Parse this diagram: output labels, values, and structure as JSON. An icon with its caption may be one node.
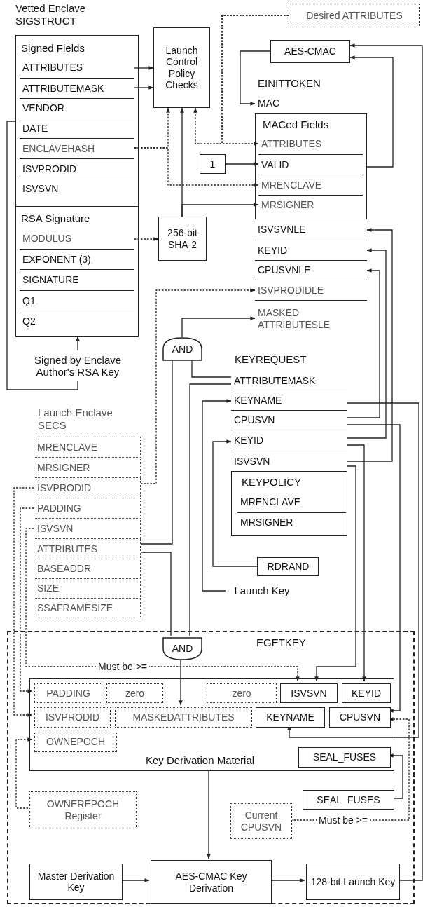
{
  "diagram": {
    "nodes": [
      {
        "text": [
          "Vetted Enclave SIGSTRUCT"
        ]
      },
      {
        "text": [
          "Signed Fields"
        ],
        "in": 0
      },
      {
        "text": [
          "ATTRIBUTES"
        ],
        "in": 1
      },
      {
        "text": [
          "ATTRIBUTEMASK"
        ],
        "in": 1
      },
      {
        "text": [
          "VENDOR"
        ],
        "in": 1
      },
      {
        "text": [
          "DATE"
        ],
        "in": 1
      },
      {
        "text": [
          "ENCLAVEHASH"
        ],
        "in": 1
      },
      {
        "text": [
          "ISVPRODID"
        ],
        "in": 1
      },
      {
        "text": [
          "ISVSVN"
        ],
        "in": 1
      },
      {
        "text": [
          "RSA Signature"
        ],
        "in": 0
      },
      {
        "text": [
          "MODULUS"
        ],
        "in": 9
      },
      {
        "text": [
          "EXPONENT (3)"
        ],
        "in": 9
      },
      {
        "text": [
          "SIGNATURE"
        ],
        "in": 9
      },
      {
        "text": [
          "Q1"
        ],
        "in": 9
      },
      {
        "text": [
          "Q2"
        ],
        "in": 9
      },
      {
        "text": [
          "Signed by Enclave Author's RSA Key"
        ]
      },
      {
        "text": [
          "Launch Control Policy Checks"
        ]
      },
      {
        "text": [
          "Desired ATTRIBUTES"
        ]
      },
      {
        "text": [
          "AES-CMAC"
        ]
      },
      {
        "text": [
          "EINITTOKEN"
        ]
      },
      {
        "text": [
          "MAC"
        ],
        "in": 19
      },
      {
        "text": [
          "MACed Fields"
        ],
        "in": 19
      },
      {
        "text": [
          "ATTRIBUTES"
        ],
        "in": 21
      },
      {
        "text": [
          "VALID"
        ],
        "in": 21
      },
      {
        "text": [
          "MRENCLAVE"
        ],
        "in": 21
      },
      {
        "text": [
          "MRSIGNER"
        ],
        "in": 21
      },
      {
        "text": [
          "1"
        ]
      },
      {
        "text": [
          "256-bit SHA-2"
        ]
      },
      {
        "text": [
          "ISVSVNLE"
        ],
        "in": 19
      },
      {
        "text": [
          "KEYID"
        ],
        "in": 19
      },
      {
        "text": [
          "CPUSVNLE"
        ],
        "in": 19
      },
      {
        "text": [
          "ISVPRODIDLE"
        ],
        "in": 19
      },
      {
        "text": [
          "MASKED ATTRIBUTESLE"
        ],
        "in": 19
      },
      {
        "text": [
          "AND"
        ]
      },
      {
        "text": [
          "KEYREQUEST"
        ]
      },
      {
        "text": [
          "ATTRIBUTEMASK"
        ],
        "in": 34
      },
      {
        "text": [
          "KEYNAME"
        ],
        "in": 34
      },
      {
        "text": [
          "CPUSVN"
        ],
        "in": 34
      },
      {
        "text": [
          "KEYID"
        ],
        "in": 34
      },
      {
        "text": [
          "ISVSVN"
        ],
        "in": 34
      },
      {
        "text": [
          "KEYPOLICY"
        ],
        "in": 34
      },
      {
        "text": [
          "MRENCLAVE"
        ],
        "in": 40
      },
      {
        "text": [
          "MRSIGNER"
        ],
        "in": 40
      },
      {
        "text": [
          "Launch Enclave SECS"
        ]
      },
      {
        "text": [
          "MRENCLAVE"
        ],
        "in": 43
      },
      {
        "text": [
          "MRSIGNER"
        ],
        "in": 43
      },
      {
        "text": [
          "ISVPRODID"
        ],
        "in": 43
      },
      {
        "text": [
          "PADDING"
        ],
        "in": 43
      },
      {
        "text": [
          "ISVSVN"
        ],
        "in": 43
      },
      {
        "text": [
          "ATTRIBUTES"
        ],
        "in": 43
      },
      {
        "text": [
          "BASEADDR"
        ],
        "in": 43
      },
      {
        "text": [
          "SIZE"
        ],
        "in": 43
      },
      {
        "text": [
          "SSAFRAMESIZE"
        ],
        "in": 43
      },
      {
        "text": [
          "RDRAND"
        ]
      },
      {
        "text": [
          "Launch Key"
        ]
      },
      {
        "text": [
          "EGETKEY"
        ]
      },
      {
        "text": [
          "AND"
        ],
        "in": 55
      },
      {
        "text": [
          "Key Derivation Material"
        ],
        "in": 55
      },
      {
        "text": [
          "PADDING"
        ],
        "in": 57
      },
      {
        "text": [
          "zero"
        ],
        "in": 57
      },
      {
        "text": [
          "zero"
        ],
        "in": 57
      },
      {
        "text": [
          "ISVSVN"
        ],
        "in": 57
      },
      {
        "text": [
          "KEYID"
        ],
        "in": 57
      },
      {
        "text": [
          "ISVPRODID"
        ],
        "in": 57
      },
      {
        "text": [
          "MASKEDATTRIBUTES"
        ],
        "in": 57
      },
      {
        "text": [
          "KEYNAME"
        ],
        "in": 57
      },
      {
        "text": [
          "CPUSVN"
        ],
        "in": 57
      },
      {
        "text": [
          "OWNEPOCH"
        ],
        "in": 57
      },
      {
        "text": [
          "SEAL_FUSES"
        ],
        "in": 57
      },
      {
        "text": [
          "OWNEREPOCH Register"
        ],
        "in": 55
      },
      {
        "text": [
          "SEAL_FUSES"
        ],
        "in": 55
      },
      {
        "text": [
          "Current CPUSVN"
        ],
        "in": 55
      },
      {
        "text": [
          "Master Derivation Key"
        ],
        "in": 55
      },
      {
        "text": [
          "AES-CMAC Key Derivation"
        ],
        "in": 55
      },
      {
        "text": [
          "128-bit Launch Key"
        ],
        "in": 55
      }
    ],
    "edges": [
      {
        "from": 2,
        "to": 16,
        "arrow": "to"
      },
      {
        "from": 3,
        "to": 16,
        "arrow": "to"
      },
      {
        "from": 6,
        "to": 16,
        "arrow": "to",
        "style": "dashed"
      },
      {
        "from": 6,
        "to": 24,
        "arrow": "to",
        "style": "dashed"
      },
      {
        "from": 10,
        "to": 27,
        "arrow": "to",
        "style": "dashed"
      },
      {
        "from": 27,
        "to": 16,
        "arrow": "to"
      },
      {
        "from": 27,
        "to": 25,
        "arrow": "to"
      },
      {
        "from": 17,
        "to": 16,
        "arrow": "to",
        "style": "dashed"
      },
      {
        "from": 17,
        "to": 22,
        "arrow": "to",
        "style": "dashed"
      },
      {
        "from": 15,
        "to": 9,
        "arrow": "to"
      },
      {
        "from": 15,
        "to": 0,
        "arrow": "none"
      },
      {
        "from": 26,
        "to": 23,
        "arrow": "to"
      },
      {
        "from": 18,
        "to": 20,
        "arrow": "to"
      },
      {
        "from": 21,
        "to": 18,
        "arrow": "to"
      },
      {
        "from": 74,
        "to": 18,
        "arrow": "to"
      },
      {
        "from": 39,
        "to": 28,
        "arrow": "to"
      },
      {
        "from": 38,
        "to": 29,
        "arrow": "to"
      },
      {
        "from": 37,
        "to": 30,
        "arrow": "to"
      },
      {
        "from": 46,
        "to": 31,
        "arrow": "to",
        "style": "dashed"
      },
      {
        "from": 33,
        "to": 32,
        "arrow": "to"
      },
      {
        "from": 35,
        "to": 33,
        "arrow": "none"
      },
      {
        "from": 49,
        "to": 33,
        "arrow": "none"
      },
      {
        "from": 54,
        "to": 36,
        "arrow": "to"
      },
      {
        "from": 53,
        "to": 38,
        "arrow": "to"
      },
      {
        "from": 35,
        "to": 56,
        "arrow": "none"
      },
      {
        "from": 49,
        "to": 56,
        "arrow": "none"
      },
      {
        "from": 56,
        "to": 64,
        "arrow": "to"
      },
      {
        "from": 46,
        "to": 63,
        "arrow": "to",
        "style": "dashed"
      },
      {
        "from": 47,
        "to": 58,
        "arrow": "to",
        "style": "dashed"
      },
      {
        "from": 48,
        "to": 61,
        "arrow": "to",
        "style": "dashed",
        "label": "Must be >="
      },
      {
        "from": 39,
        "to": 61,
        "arrow": "to"
      },
      {
        "from": 38,
        "to": 62,
        "arrow": "to"
      },
      {
        "from": 36,
        "to": 65,
        "arrow": "to"
      },
      {
        "from": 37,
        "to": 66,
        "arrow": "to"
      },
      {
        "from": 69,
        "to": 67,
        "arrow": "to",
        "style": "dashed"
      },
      {
        "from": 70,
        "to": 68,
        "arrow": "to"
      },
      {
        "from": 71,
        "to": 66,
        "arrow": "to",
        "style": "dashed",
        "label": "Must be >="
      },
      {
        "from": 57,
        "to": 73,
        "arrow": "to"
      },
      {
        "from": 72,
        "to": 73,
        "arrow": "to"
      },
      {
        "from": 73,
        "to": 74,
        "arrow": "to"
      }
    ]
  }
}
